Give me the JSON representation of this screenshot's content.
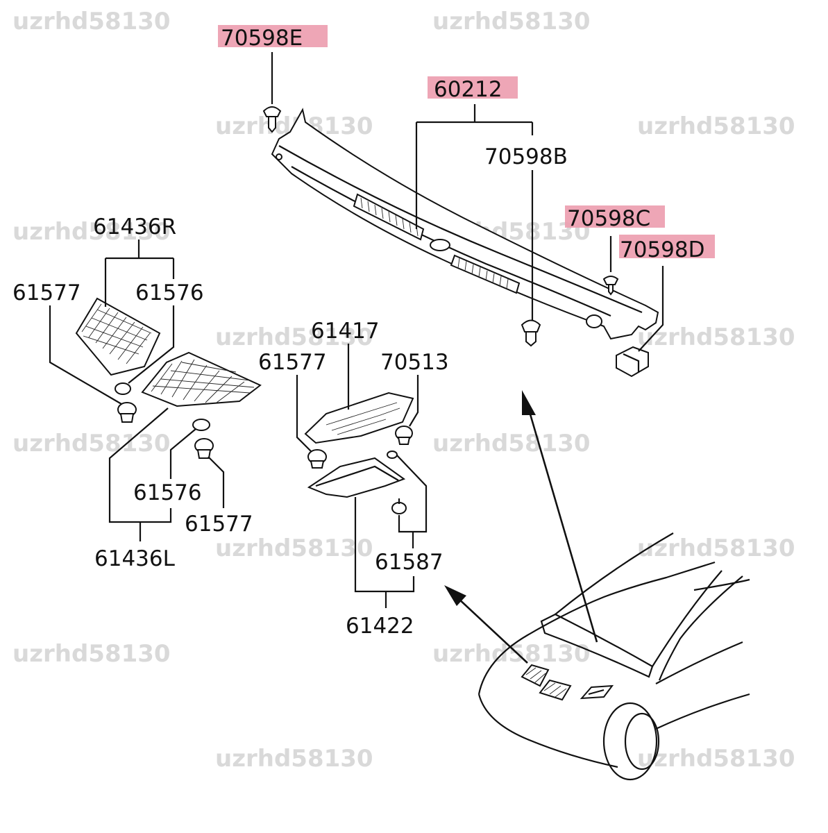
{
  "watermark": "uzrhd58130",
  "colors": {
    "highlight": "#ec9cae",
    "line": "#111111",
    "watermark": "#d9d9d9"
  },
  "labels": {
    "l_70598E": "70598E",
    "l_60212": "60212",
    "l_70598B": "70598B",
    "l_70598C": "70598C",
    "l_70598D": "70598D",
    "l_61436R": "61436R",
    "l_61577_a": "61577",
    "l_61576_a": "61576",
    "l_61417": "61417",
    "l_61577_b": "61577",
    "l_70513": "70513",
    "l_61576_b": "61576",
    "l_61577_c": "61577",
    "l_61436L": "61436L",
    "l_61587": "61587",
    "l_61422": "61422"
  }
}
